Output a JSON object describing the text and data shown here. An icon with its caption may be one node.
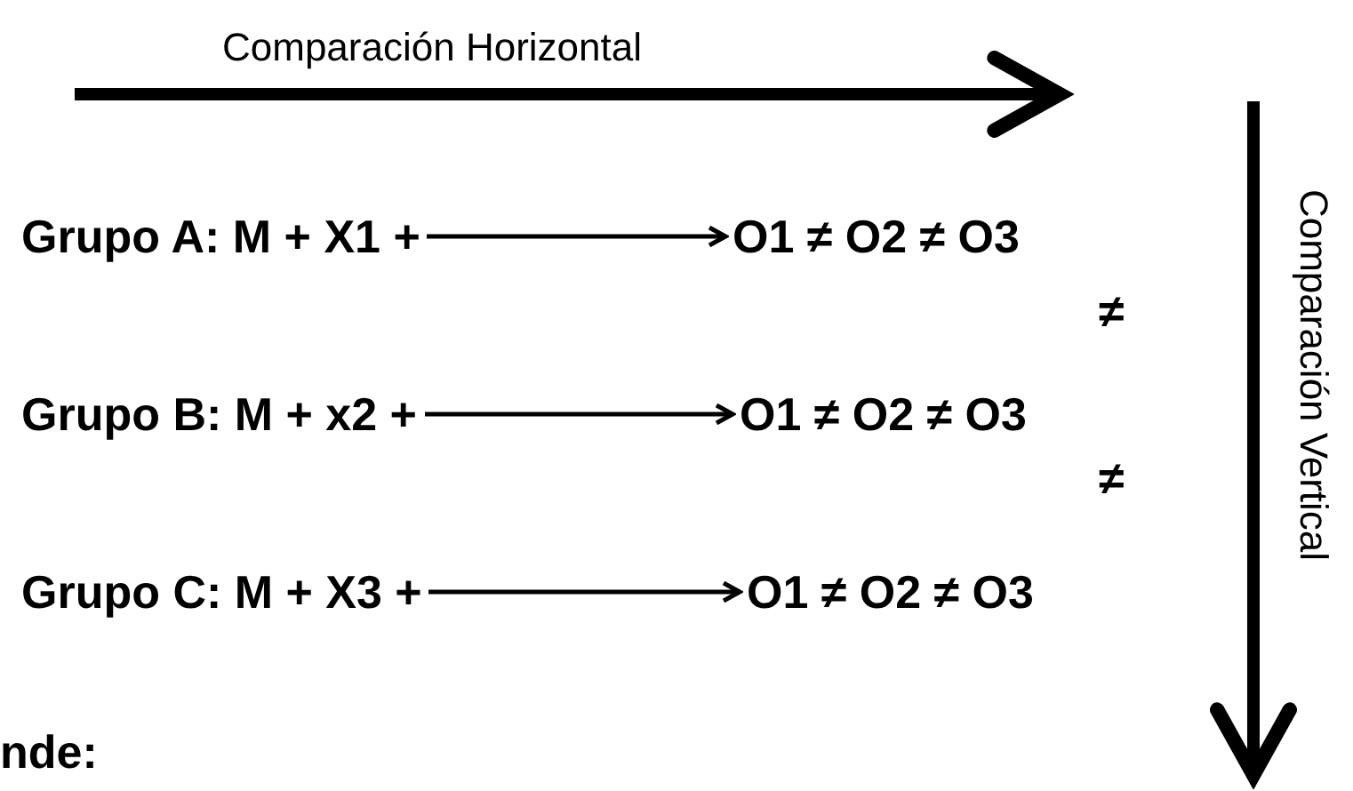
{
  "diagram": {
    "nodes": [
      {
        "text": [
          "Grupo A: M + X1 +"
        ]
      },
      {
        "text": [
          "O1 ≠ O2 ≠ O3"
        ]
      },
      {
        "text": [
          "Grupo B: M + x2 +"
        ]
      },
      {
        "text": [
          "O1 ≠ O2 ≠ O3"
        ]
      },
      {
        "text": [
          "Grupo C: M + X3 +"
        ]
      },
      {
        "text": [
          "O1 ≠ O2 ≠ O3"
        ]
      }
    ],
    "edges": [
      {
        "from": 0,
        "to": 1,
        "arrow": "to"
      },
      {
        "from": 2,
        "to": 3,
        "arrow": "to"
      },
      {
        "from": 4,
        "to": 5,
        "arrow": "to"
      }
    ],
    "labels": [
      "Comparación Horizontal",
      "Comparación Vertical",
      "≠",
      "≠",
      "nde:"
    ]
  }
}
